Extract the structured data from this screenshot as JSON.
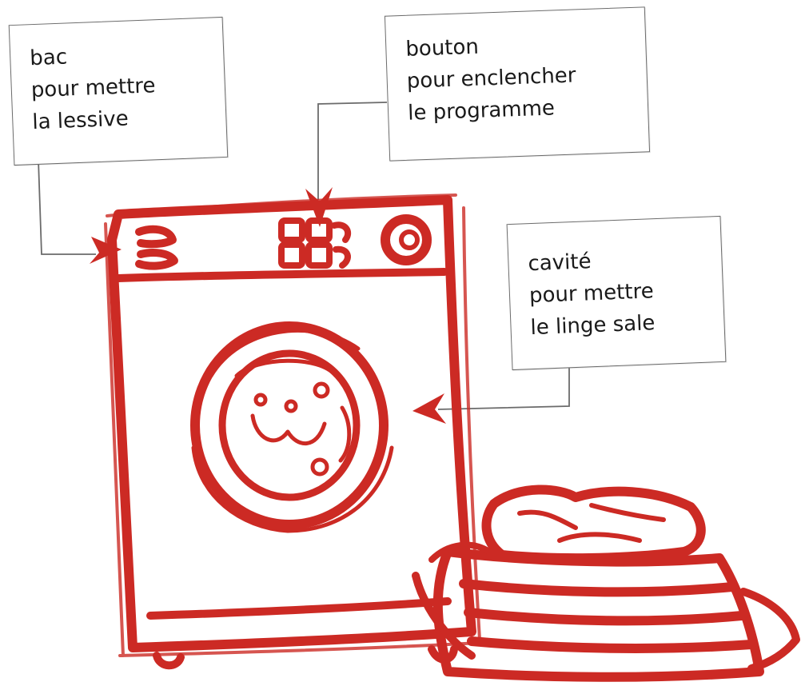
{
  "labels": {
    "bac": {
      "line1": "bac",
      "line2": "pour mettre",
      "line3": "la lessive"
    },
    "bouton": {
      "line1": "bouton",
      "line2": "pour enclencher",
      "line3": "le programme"
    },
    "cavite": {
      "line1": "cavité",
      "line2": "pour mettre",
      "line3": "le linge sale"
    }
  },
  "colors": {
    "ink": "#cc2a24",
    "leader": "#6b6b6b",
    "box_border": "#6b6b6b"
  },
  "icons": {
    "main": "washing-machine-icon",
    "basket": "laundry-basket-icon"
  }
}
